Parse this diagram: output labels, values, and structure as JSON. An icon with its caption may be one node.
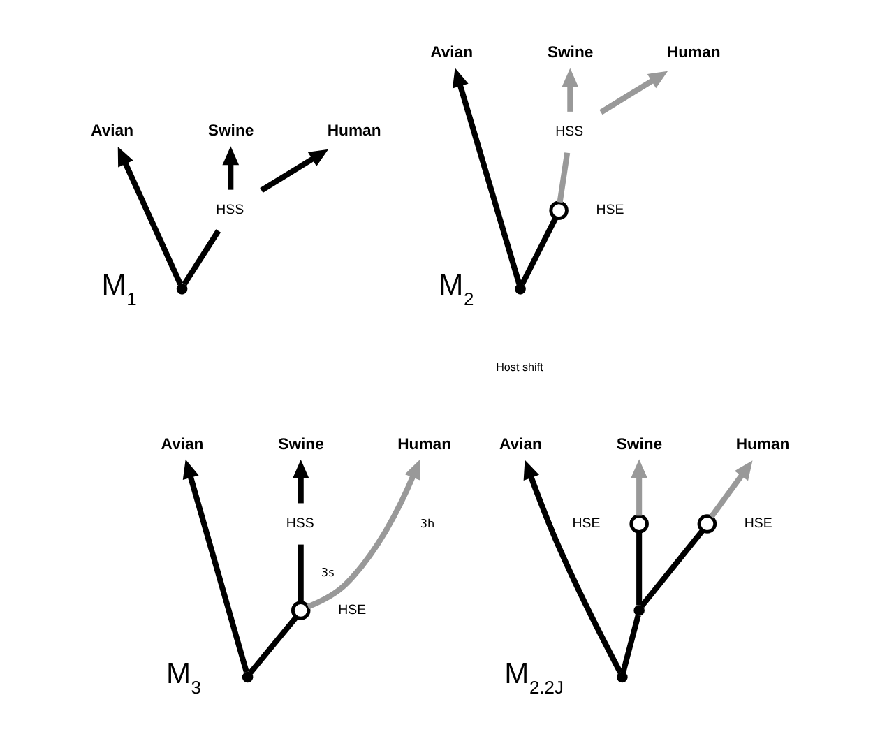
{
  "diagram": {
    "nodes": [
      {
        "text": [
          "Avian"
        ]
      },
      {
        "text": [
          "Swine"
        ]
      },
      {
        "text": [
          "Human"
        ]
      },
      {
        "text": [],
        "shape": "point"
      },
      {
        "text": [
          "HSS"
        ]
      },
      {
        "text": [
          "Avian"
        ]
      },
      {
        "text": [
          "Swine"
        ]
      },
      {
        "text": [
          "Human"
        ]
      },
      {
        "text": [],
        "shape": "point"
      },
      {
        "text": [],
        "shape": "circle",
        "beside": [
          "HSE"
        ]
      },
      {
        "text": [
          "HSS"
        ]
      },
      {
        "text": [
          "Avian"
        ]
      },
      {
        "text": [
          "Swine"
        ]
      },
      {
        "text": [
          "Human"
        ]
      },
      {
        "text": [],
        "shape": "point"
      },
      {
        "text": [],
        "shape": "circle",
        "beside": [
          "HSE"
        ]
      },
      {
        "text": [
          "HSS"
        ]
      },
      {
        "text": [
          "Avian"
        ]
      },
      {
        "text": [
          "Swine"
        ]
      },
      {
        "text": [
          "Human"
        ]
      },
      {
        "text": [],
        "shape": "point"
      },
      {
        "text": [],
        "shape": "point"
      },
      {
        "text": [],
        "shape": "circle",
        "beside": [
          "HSE"
        ]
      },
      {
        "text": [],
        "shape": "circle",
        "beside": [
          "HSE"
        ]
      }
    ],
    "edges": [
      {
        "from": 3,
        "to": 0,
        "arrow": "to"
      },
      {
        "from": 3,
        "to": 4,
        "arrow": "none"
      },
      {
        "from": 4,
        "to": 1,
        "arrow": "to"
      },
      {
        "from": 4,
        "to": 2,
        "arrow": "to"
      },
      {
        "from": 8,
        "to": 5,
        "arrow": "to"
      },
      {
        "from": 8,
        "to": 9,
        "arrow": "none"
      },
      {
        "from": 9,
        "to": 10,
        "arrow": "none",
        "color": "#999999"
      },
      {
        "from": 10,
        "to": 6,
        "arrow": "to",
        "color": "#999999"
      },
      {
        "from": 10,
        "to": 7,
        "arrow": "to",
        "color": "#999999"
      },
      {
        "from": 14,
        "to": 11,
        "arrow": "to"
      },
      {
        "from": 14,
        "to": 15,
        "arrow": "none"
      },
      {
        "from": 15,
        "to": 16,
        "arrow": "none",
        "label": "3s"
      },
      {
        "from": 16,
        "to": 12,
        "arrow": "to"
      },
      {
        "from": 15,
        "to": 13,
        "arrow": "to",
        "label": "3h",
        "color": "#999999"
      },
      {
        "from": 20,
        "to": 17,
        "arrow": "to"
      },
      {
        "from": 20,
        "to": 21,
        "arrow": "none"
      },
      {
        "from": 21,
        "to": 22,
        "arrow": "none"
      },
      {
        "from": 21,
        "to": 23,
        "arrow": "none"
      },
      {
        "from": 22,
        "to": 18,
        "arrow": "to",
        "color": "#999999"
      },
      {
        "from": 23,
        "to": 19,
        "arrow": "to",
        "color": "#999999"
      }
    ],
    "labels": [
      "M$_{1}$",
      "M$_{2}$",
      "Host shift",
      "M$_{3}$",
      "M$_{2.2J}$"
    ]
  }
}
